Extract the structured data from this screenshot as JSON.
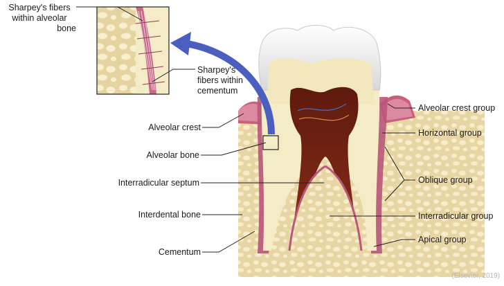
{
  "labels": {
    "sharpey_alveolar": [
      "Sharpey's fibers",
      "within alveolar",
      "bone"
    ],
    "sharpey_cementum": [
      "Sharpey's",
      "fibers within",
      "cementum"
    ],
    "alveolar_crest": "Alveolar crest",
    "alveolar_bone": "Alveolar bone",
    "interradicular_septum": "Interradicular septum",
    "interdental_bone": "Interdental bone",
    "cementum": "Cementum",
    "alveolar_crest_group": "Alveolar crest group",
    "horizontal_group": "Horizontal group",
    "oblique_group": "Oblique group",
    "interradicular_group": "Interradicular group",
    "apical_group": "Apical group"
  },
  "credit": "(Elsevier, 2019)",
  "colors": {
    "bone": "#ecdcb0",
    "bone_pore": "#f6ecc8",
    "gingiva": "#c9607a",
    "enamel": "#e9e9e9",
    "dentin": "#f4ecc6",
    "pulp": "#7a2414",
    "ligament": "#b8577a",
    "arrow": "#4a5fbf"
  }
}
